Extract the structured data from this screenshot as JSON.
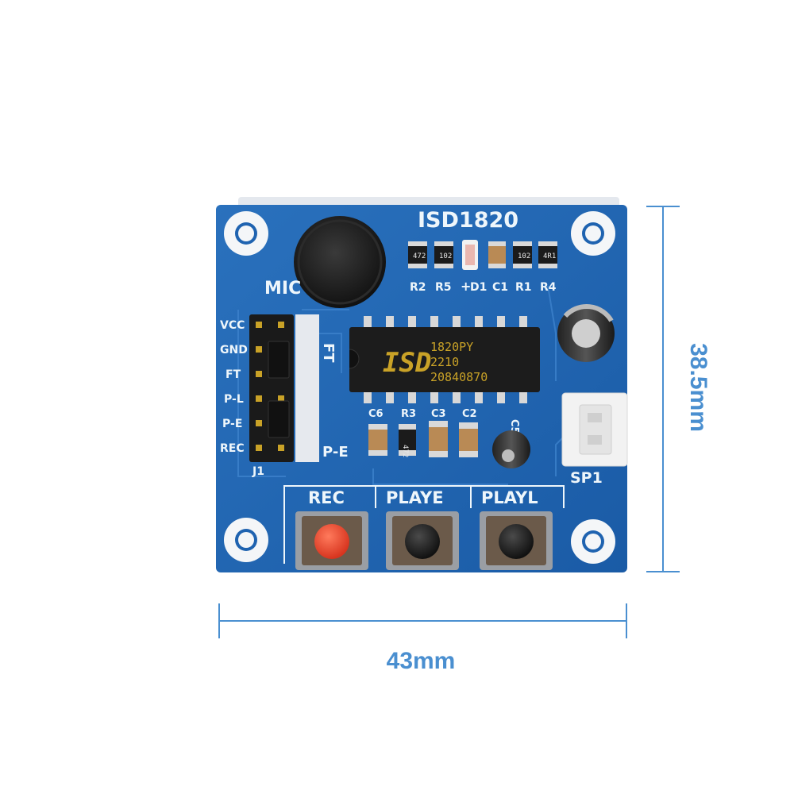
{
  "board": {
    "title": "ISD1820",
    "mic_label": "MIC",
    "pins": [
      "VCC",
      "GND",
      "FT",
      "P-L",
      "P-E",
      "REC"
    ],
    "header_label": "J1",
    "jumper_labels": [
      "FT",
      "P-E"
    ],
    "components": [
      "R2",
      "R5",
      "D1",
      "C1",
      "R1",
      "R4"
    ],
    "resistor_codes": [
      "472",
      "102",
      "102",
      "4R1"
    ],
    "lower_components": [
      "C6",
      "R3",
      "C3",
      "C2",
      "C5"
    ],
    "lower_resistor_code": "472",
    "speaker_label": "SP1",
    "chip": {
      "logo": "ISD",
      "line1": "1820PY",
      "line2": "2210",
      "line3": "20840870"
    },
    "buttons": [
      "REC",
      "PLAYE",
      "PLAYL"
    ]
  },
  "dimensions": {
    "width": "43mm",
    "height": "38.5mm"
  },
  "colors": {
    "pcb": "#1f63b0",
    "dimension": "#4a8fd0",
    "button_red": "#e8452e"
  }
}
